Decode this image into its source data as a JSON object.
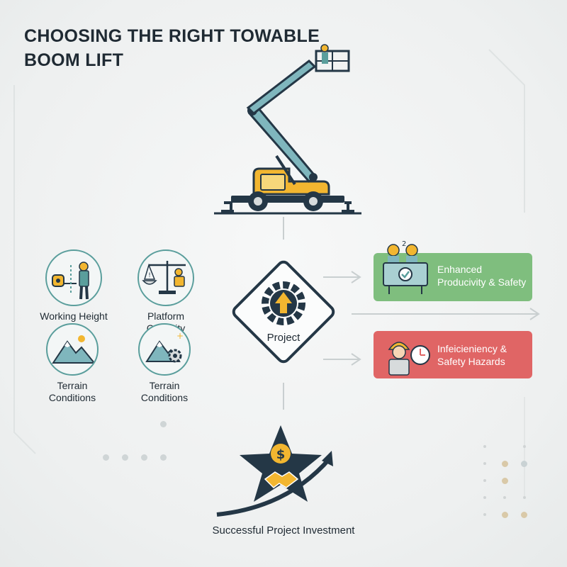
{
  "title": {
    "line1": "CHOOSING THE RIGHT TOWABLE",
    "line2": "BOOM LIFT"
  },
  "factors": [
    {
      "label": "Working Height",
      "icon": "worker-measuring-icon"
    },
    {
      "label": "Platform Capacity",
      "icon": "scale-weight-icon"
    },
    {
      "label": "Terrain Conditions",
      "icon": "mountain-sun-icon"
    },
    {
      "label": "Terrain Conditions",
      "icon": "mountain-gear-icon"
    }
  ],
  "center": {
    "label": "Project",
    "icon": "gear-arrow-icon"
  },
  "outcomes": {
    "good": {
      "line1": "Enhanced",
      "line2": "Producivity & Safety",
      "color": "#7fbe7e",
      "icon": "two-workers-checkmark-icon"
    },
    "bad": {
      "line1": "Infeicieniency &",
      "line2": "Safety Hazards",
      "color": "#e06565",
      "icon": "worker-clock-icon"
    }
  },
  "result": {
    "label": "Successful Project Investment",
    "icon": "star-dollar-handshake-icon"
  },
  "colors": {
    "teal": "#5a9e9c",
    "navy": "#243746",
    "yellow": "#f2b630"
  }
}
